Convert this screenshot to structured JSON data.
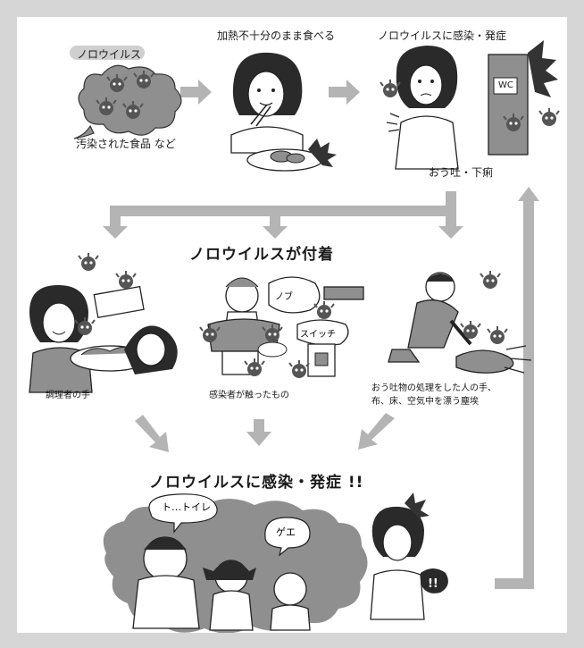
{
  "colors": {
    "frame": "#d6d6d6",
    "arrow": "#b4b4b4",
    "illustration_fill": "#8f8f8f",
    "ink": "#1a1a1a"
  },
  "top": {
    "norovirus_label": "ノロウイルス",
    "contaminated_food": "汚染された食品 など",
    "undercooked": "加熱不十分のまま食べる",
    "infected_top": "ノロウイルスに感染・発症",
    "vomit_diarrhea": "おう吐・下痢",
    "wc_sign": "WC"
  },
  "middle": {
    "attached_heading": "ノロウイルスが付着",
    "cook_hands": "調理者の手",
    "touched_things": "感染者が触ったもの",
    "vomit_handling_line1": "おう吐物の処理をした人の手、",
    "vomit_handling_line2": "布、床、空気中を漂う塵埃",
    "knob_label": "ノブ",
    "switch_label": "スイッチ"
  },
  "bottom": {
    "infected_heading": "ノロウイルスに感染・発症 !!",
    "toilet_bubble": "ト…トイレ",
    "gero_bubble": "ゲエ"
  }
}
